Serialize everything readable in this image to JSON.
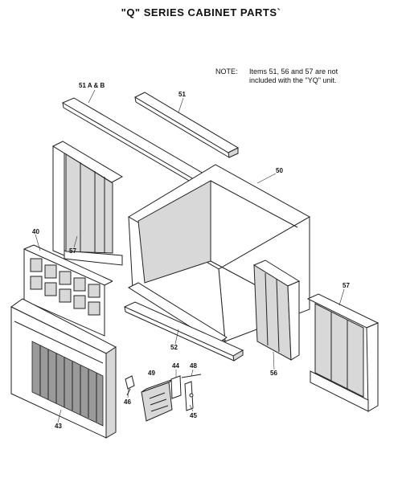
{
  "title": "\"Q\" SERIES CABINET PARTS`",
  "note": {
    "tag": "NOTE:",
    "line1": "Items 51, 56 and 57 are not",
    "line2": "included with the \"YQ\" unit."
  },
  "labels": {
    "p51ab": "51 A & B",
    "p51": "51",
    "p50": "50",
    "p40": "40",
    "p57_left": "57",
    "p57_right": "57",
    "p52": "52",
    "p56": "56",
    "p43": "43",
    "p46": "46",
    "p49": "49",
    "p44": "44",
    "p48": "48",
    "p45": "45"
  }
}
